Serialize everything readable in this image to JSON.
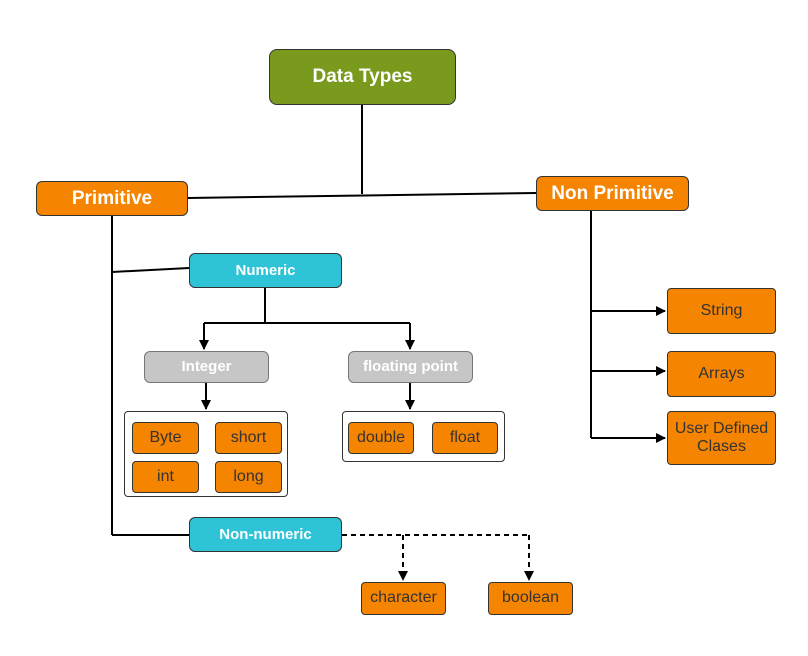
{
  "root": {
    "label": "Data Types"
  },
  "primitive": {
    "label": "Primitive",
    "numeric": {
      "label": "Numeric",
      "integer": {
        "label": "Integer",
        "types": [
          "Byte",
          "short",
          "int",
          "long"
        ]
      },
      "floating": {
        "label": "floating point",
        "types": [
          "double",
          "float"
        ]
      }
    },
    "non_numeric": {
      "label": "Non-numeric",
      "types": [
        "character",
        "boolean"
      ]
    }
  },
  "non_primitive": {
    "label": "Non Primitive",
    "types": [
      "String",
      "Arrays",
      "User Defined Clases"
    ]
  },
  "colors": {
    "root": "#7a9a1e",
    "primary": "#f58400",
    "category": "#2ec3d6",
    "subcategory": "#c6c6c6"
  }
}
